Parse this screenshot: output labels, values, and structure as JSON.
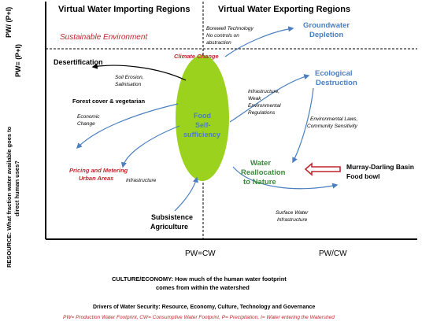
{
  "header": {
    "left_title": "Virtual Water Importing Regions",
    "right_title": "Virtual Water Exporting Regions"
  },
  "axes": {
    "y_label_1": "PW/ (P+I)",
    "y_label_2": "PW= (P+I)",
    "resource_line1": "RESOURCE: What fraction water available goes to",
    "resource_line2": "direct human uses?",
    "x_mid_label": "PW=CW",
    "x_end_label": "PW/CW",
    "culture_line1": "CULTURE/ECONOMY: How much of the human water footprint",
    "culture_line2": "comes from within the watershed"
  },
  "labels": {
    "sustainable": "Sustainable Environment",
    "borewell_1": "Borewell Technology",
    "borewell_2": "No controls on",
    "borewell_3": "abstraction",
    "groundwater_1": "Groundwater",
    "groundwater_2": "Depletion",
    "desertification": "Desertification",
    "climate_change": "Climate Change",
    "soil_1": "Soil Erosion,",
    "soil_2": "Salinisation",
    "forest": "Forest cover & vegetarian",
    "econ_1": "Economic",
    "econ_2": "Change",
    "food_1": "Food",
    "food_2": "Self-",
    "food_3": "sufficiency",
    "infra_weak_1": "Infrastructure,",
    "infra_weak_2": "Weak",
    "infra_weak_3": "Environmental",
    "infra_weak_4": "Regulations",
    "eco_1": "Ecological",
    "eco_2": "Destruction",
    "envlaws_1": "Environmental Laws,",
    "envlaws_2": "Community Sensitivity",
    "pricing_1": "Pricing and Metering",
    "pricing_2": "Urban Areas",
    "infra_left": "Infrastructure",
    "water_realloc_1": "Water",
    "water_realloc_2": "Reallocation",
    "water_realloc_3": "to Nature",
    "murray_1": "Murray-Darling Basin",
    "murray_2": "Food bowl",
    "subsist_1": "Subsistence",
    "subsist_2": "Agriculture",
    "surface_1": "Surface Water",
    "surface_2": "Infrastructure"
  },
  "footer": {
    "drivers": "Drivers of Water Security: Resource, Economy, Culture, Technology and Governance",
    "legend": "PW= Production Water Footprint, CW= Consumptive Water Footprint, P= Precipitation, I= Water entering the Watershed"
  },
  "colors": {
    "red": "#c0272d",
    "blue": "#4a7fc0",
    "green": "#3a8a3a",
    "ellipse": "#9bd21e",
    "black": "#000000"
  }
}
